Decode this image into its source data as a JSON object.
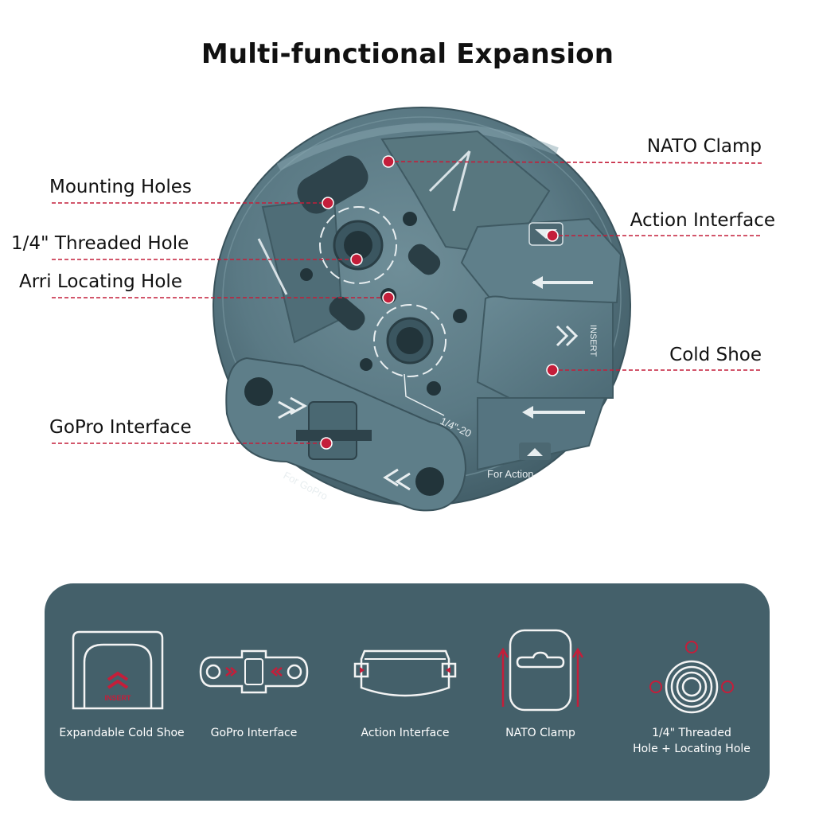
{
  "title": "Multi-functional Expansion",
  "callouts": {
    "nato_clamp": "NATO Clamp",
    "mounting_holes": "Mounting Holes",
    "action_interface": "Action Interface",
    "threaded_hole": "1/4\" Threaded Hole",
    "arri_locating_hole": "Arri Locating Hole",
    "cold_shoe": "Cold Shoe",
    "gopro_interface": "GoPro Interface"
  },
  "product_markings": {
    "insert": "INSERT",
    "thread_size": "1/4\"-20",
    "for_action": "For Action",
    "for_gopro": "For GoPro"
  },
  "features": [
    {
      "label": "Expandable Cold Shoe",
      "icon": "cold-shoe-icon"
    },
    {
      "label": "GoPro Interface",
      "icon": "gopro-interface-icon"
    },
    {
      "label": "Action Interface",
      "icon": "action-interface-icon"
    },
    {
      "label": "NATO Clamp",
      "icon": "nato-clamp-icon"
    },
    {
      "label_line1": "1/4\" Threaded",
      "label_line2": "Hole + Locating Hole",
      "icon": "threaded-hole-icon"
    }
  ],
  "colors": {
    "accent_red": "#c41e3a",
    "metal": "#5c7b86",
    "panel": "#44606a",
    "icon_stroke": "#f4f4f4"
  }
}
